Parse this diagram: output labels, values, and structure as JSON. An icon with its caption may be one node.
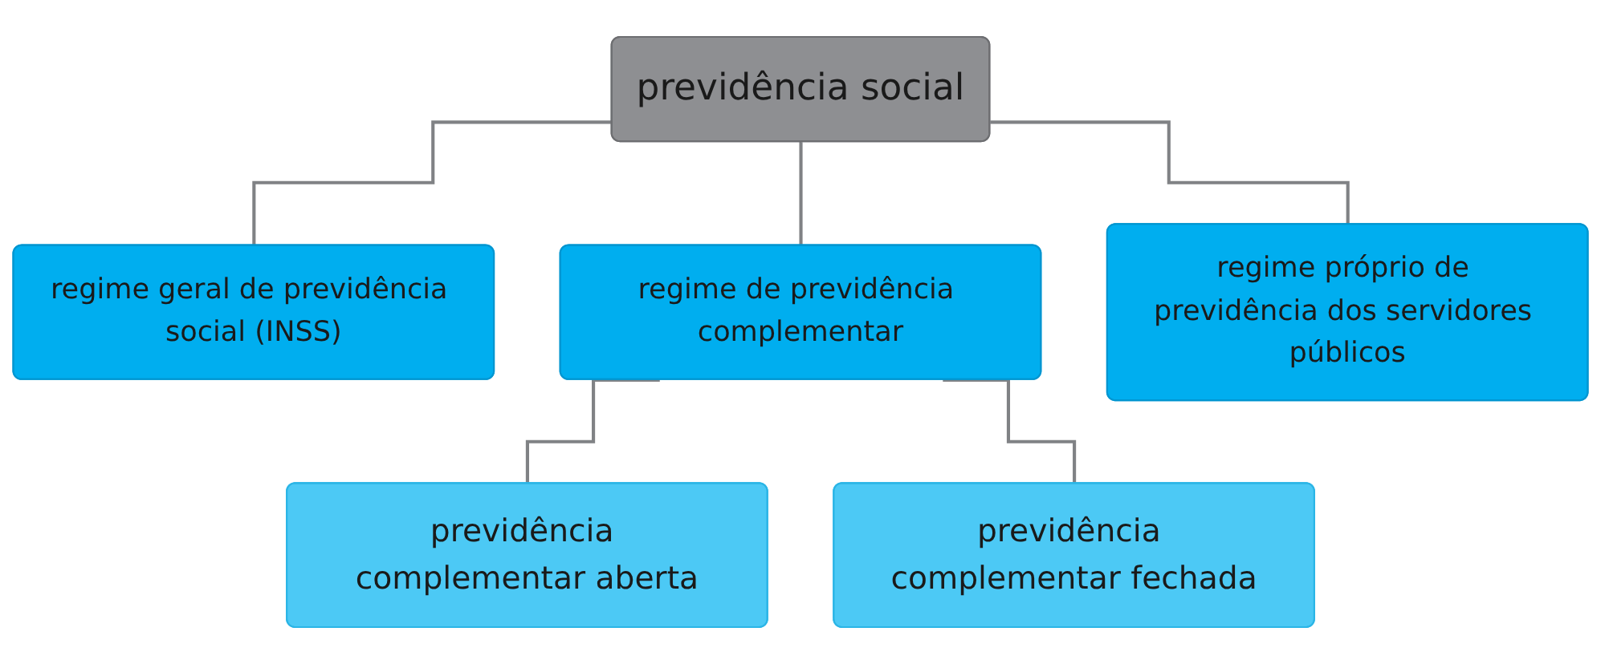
{
  "diagram": {
    "nodes": [
      {
        "text": [
          "previdência social"
        ]
      },
      {
        "text": [
          "regime geral de previdência social (INSS)"
        ]
      },
      {
        "text": [
          "regime de previdência complementar"
        ]
      },
      {
        "text": [
          "regime próprio de previdência dos servidores públicos"
        ]
      },
      {
        "text": [
          "previdência complementar aberta"
        ]
      },
      {
        "text": [
          "previdência complementar fechada"
        ]
      }
    ],
    "edges": [
      {
        "from": 0,
        "to": 1,
        "arrow": "none"
      },
      {
        "from": 0,
        "to": 2,
        "arrow": "none"
      },
      {
        "from": 0,
        "to": 3,
        "arrow": "none"
      },
      {
        "from": 2,
        "to": 4,
        "arrow": "none"
      },
      {
        "from": 2,
        "to": 5,
        "arrow": "none"
      }
    ]
  }
}
